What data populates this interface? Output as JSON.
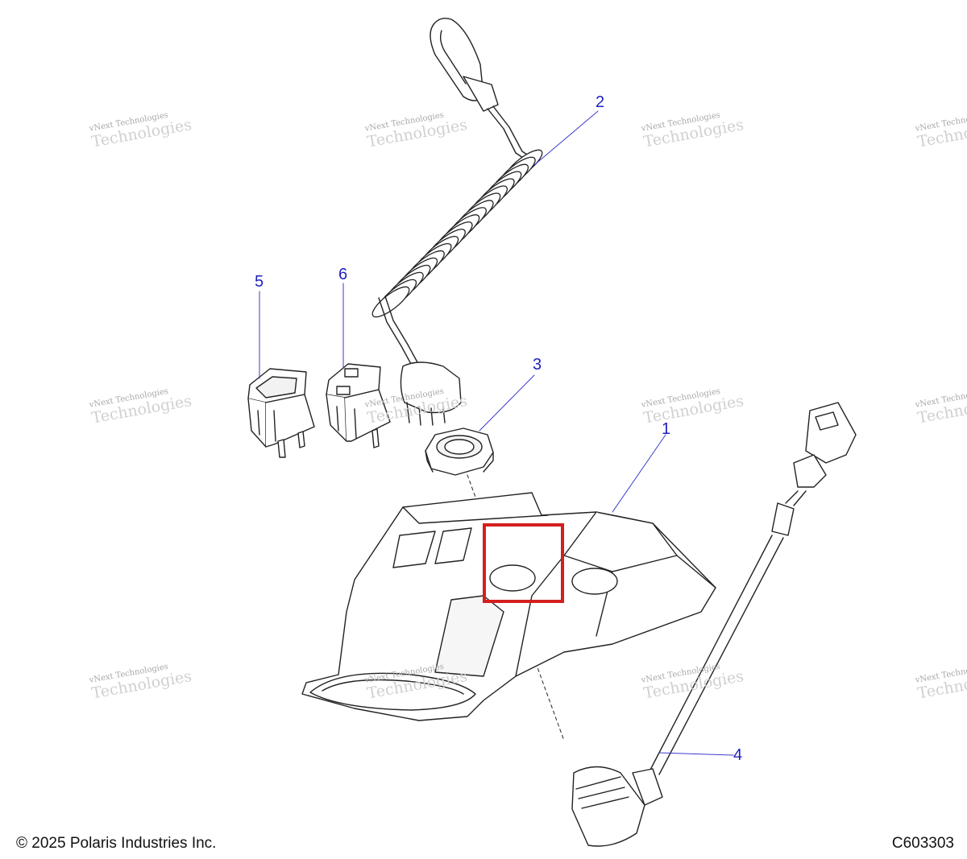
{
  "callouts": [
    {
      "id": "1",
      "label": "1"
    },
    {
      "id": "2",
      "label": "2"
    },
    {
      "id": "3",
      "label": "3"
    },
    {
      "id": "4",
      "label": "4"
    },
    {
      "id": "5",
      "label": "5"
    },
    {
      "id": "6",
      "label": "6"
    }
  ],
  "watermark": {
    "small": "vNext Technologies",
    "big": "Technologies"
  },
  "footer": {
    "copyright": "© 2025 Polaris Industries Inc.",
    "diagram_code": "C603303"
  },
  "colors": {
    "callout": "#1f1fbf",
    "highlight_box": "#d41f1f",
    "line_art": "#222222"
  }
}
